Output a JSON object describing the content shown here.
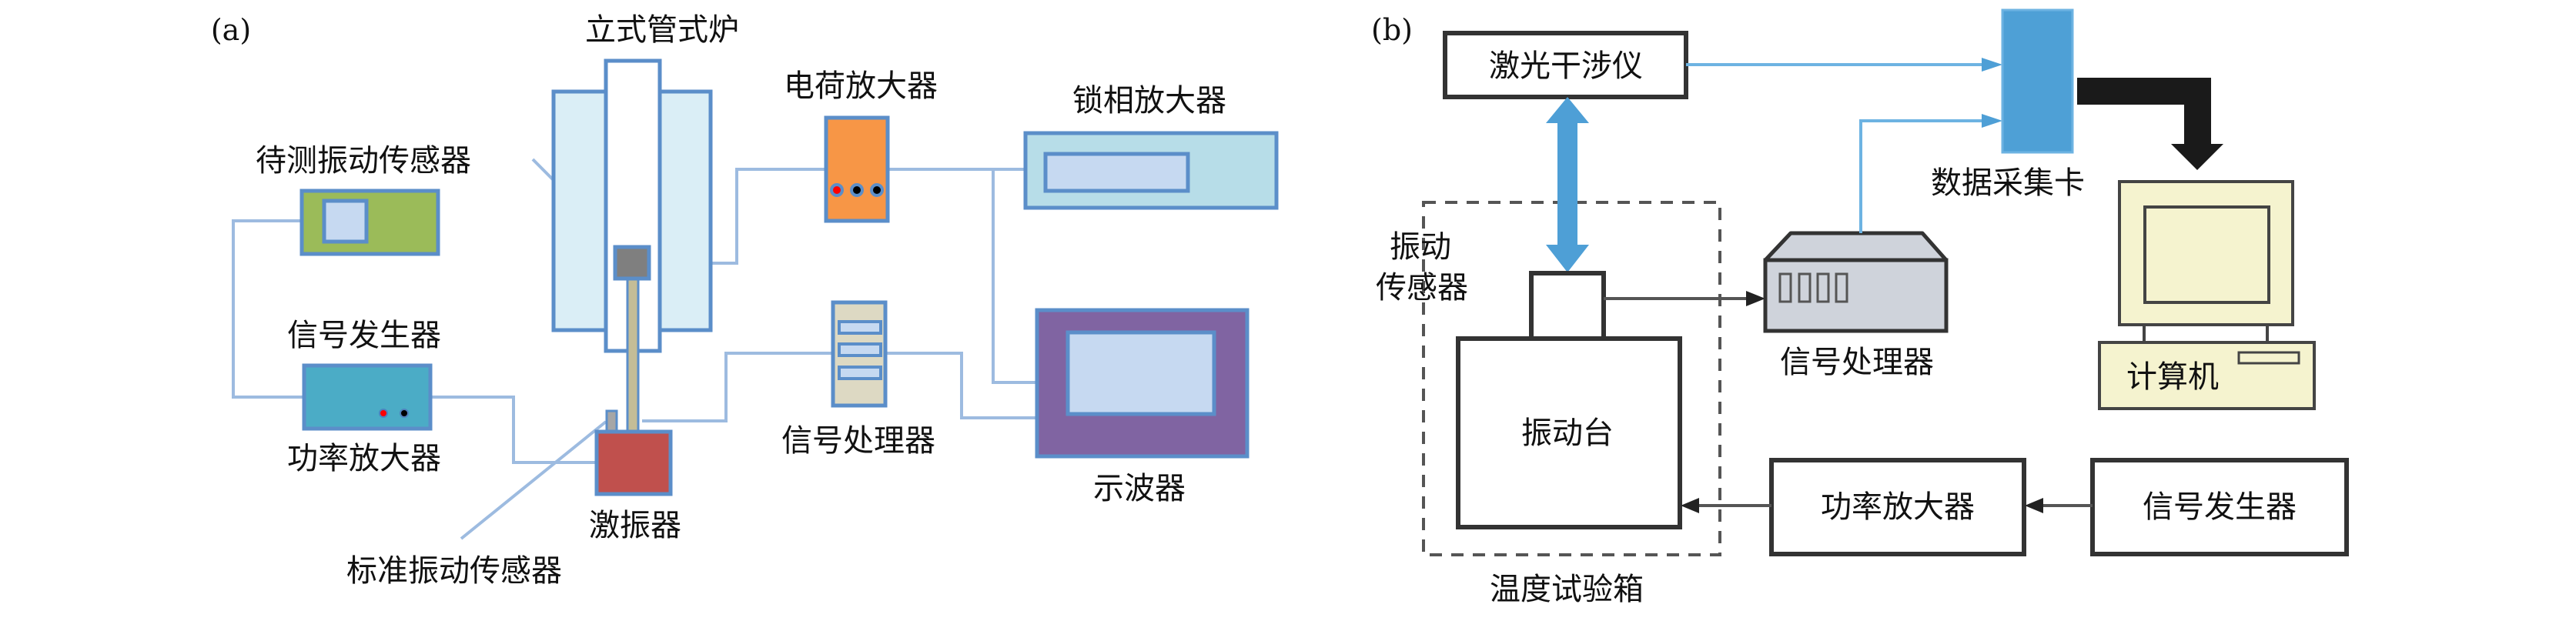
{
  "figure": {
    "panel_a": {
      "tag": "(a)",
      "labels": {
        "furnace": "立式管式炉",
        "sensor_under_test": "待测振动传感器",
        "signal_generator": "信号发生器",
        "power_amplifier": "功率放大器",
        "standard_sensor": "标准振动传感器",
        "exciter": "激振器",
        "charge_amplifier": "电荷放大器",
        "lock_in_amplifier": "锁相放大器",
        "signal_processor": "信号处理器",
        "oscilloscope": "示波器"
      }
    },
    "panel_b": {
      "tag": "(b)",
      "labels": {
        "laser_interferometer": "激光干涉仪",
        "vibration_sensor_line1": "振动",
        "vibration_sensor_line2": "传感器",
        "shake_table": "振动台",
        "temperature_chamber": "温度试验箱",
        "signal_processor": "信号处理器",
        "daq_card": "数据采集卡",
        "computer": "计算机",
        "power_amplifier": "功率放大器",
        "signal_generator": "信号发生器"
      }
    }
  },
  "colors": {
    "device_border": "#5b8ec9",
    "wire_light_blue": "#9dbbe0",
    "furnace_fill": "#daeef6",
    "sensor_box_green": "#9bbb59",
    "screen_light_blue": "#c6d9f1",
    "signal_gen_cyan": "#4bacc6",
    "charge_amp_orange": "#f79646",
    "lockin_fill": "#b7dde8",
    "oscilloscope_purple": "#8064a2",
    "exciter_red": "#c0504d",
    "rod_tan": "#c4bd97",
    "sensor_gray": "#7f7f7f",
    "processor_beige": "#ddd9c3",
    "daq_blue": "#4ea0d6",
    "computer_cream": "#f5f3cf",
    "processor_gray": "#cfd3db"
  }
}
